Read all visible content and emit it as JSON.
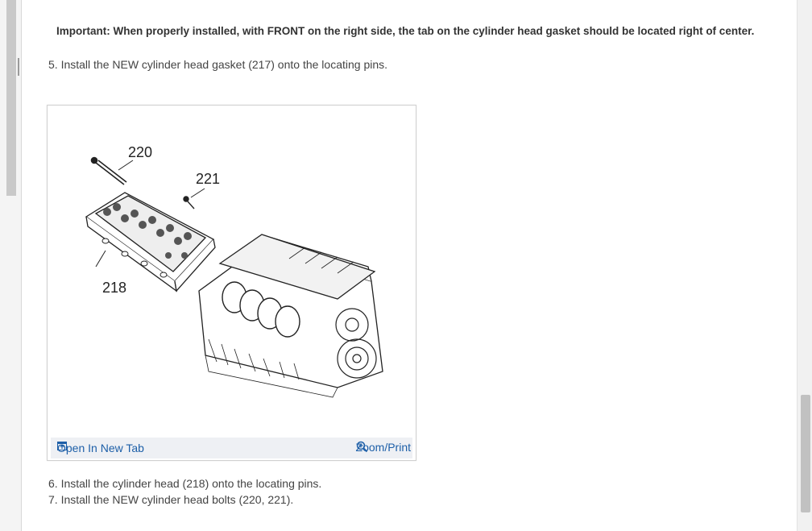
{
  "important_note": "Important: When properly installed, with FRONT on the right side, the tab on the cylinder head gasket should be located right of center.",
  "steps": [
    "5. Install the NEW cylinder head gasket (217) onto the locating pins.",
    "6. Install the cylinder head (218) onto the locating pins.",
    "7. Install the NEW cylinder head bolts (220, 221)."
  ],
  "figure": {
    "callouts": [
      "220",
      "221",
      "218"
    ],
    "open_tab_label": "Open In New Tab",
    "zoom_print_label": "Zoom/Print",
    "open_tab_icon": "open-new-tab-icon",
    "zoom_icon": "magnifier-plus-icon",
    "link_color": "#1d5fa8"
  }
}
